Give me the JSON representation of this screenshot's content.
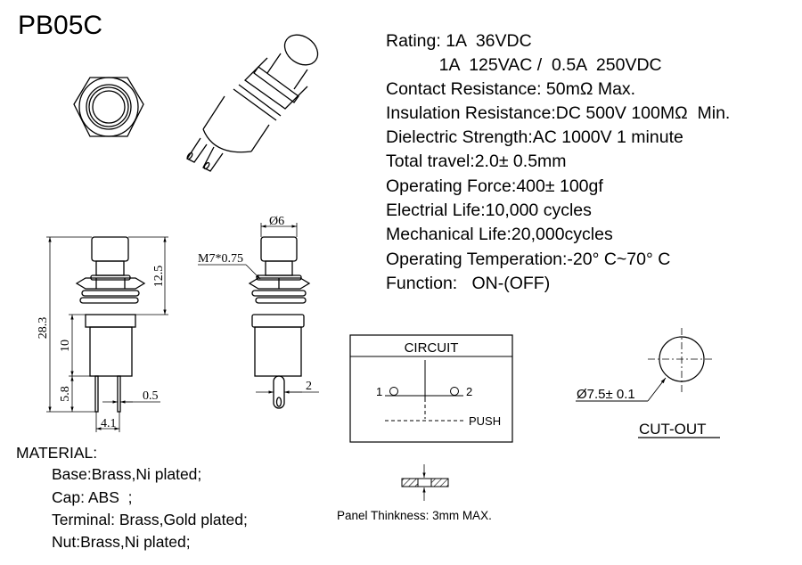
{
  "title": "PB05C",
  "specs": [
    "Rating: 1A  36VDC",
    "           1A  125VAC /  0.5A  250VDC",
    "Contact Resistance: 50mΩ Max.",
    "Insulation Resistance:DC 500V 100MΩ  Min.",
    "Dielectric Strength:AC 1000V 1 minute",
    "Total travel:2.0± 0.5mm",
    "Operating Force:400± 100gf",
    "Electrial Life:10,000 cycles",
    "Mechanical Life:20,000cycles",
    "Operating Temperation:-20° C~70° C",
    "Function:   ON-(OFF)"
  ],
  "dimensions": {
    "overall_height": "28.3",
    "cap_height": "12.5",
    "body_height": "10",
    "terminal_length": "5.8",
    "terminal_thickness": "0.5",
    "terminal_pitch": "4.1",
    "cap_diameter": "Ø6",
    "thread": "M7*0.75",
    "terminal_width": "2"
  },
  "circuit": {
    "title": "CIRCUIT",
    "terminal_1": "1",
    "terminal_2": "2",
    "push_label": "PUSH"
  },
  "cutout": {
    "diameter": "Ø7.5± 0.1",
    "label": "CUT-OUT"
  },
  "panel": {
    "label": "Panel Thinkness: 3mm MAX."
  },
  "material": {
    "heading": "MATERIAL:",
    "items": [
      "Base:Brass,Ni plated;",
      "Cap: ABS  ;",
      "Terminal: Brass,Gold plated;",
      "Nut:Brass,Ni plated;"
    ]
  }
}
